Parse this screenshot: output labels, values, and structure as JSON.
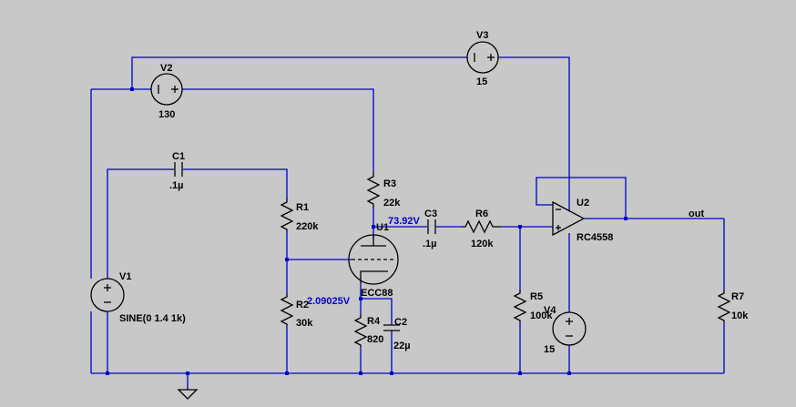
{
  "components": {
    "V1": {
      "name": "V1",
      "value": "SINE(0 1.4 1k)"
    },
    "V2": {
      "name": "V2",
      "value": "130"
    },
    "V3": {
      "name": "V3",
      "value": "15"
    },
    "V4": {
      "name": "V4",
      "value": "15"
    },
    "C1": {
      "name": "C1",
      "value": ".1µ"
    },
    "C2": {
      "name": "C2",
      "value": "22µ"
    },
    "C3": {
      "name": "C3",
      "value": ".1µ"
    },
    "R1": {
      "name": "R1",
      "value": "220k"
    },
    "R2": {
      "name": "R2",
      "value": "30k"
    },
    "R3": {
      "name": "R3",
      "value": "22k"
    },
    "R4": {
      "name": "R4",
      "value": "820"
    },
    "R5": {
      "name": "R5",
      "value": "100k"
    },
    "R6": {
      "name": "R6",
      "value": "120k"
    },
    "R7": {
      "name": "R7",
      "value": "10k"
    },
    "U1": {
      "name": "U1",
      "value": "ECC88"
    },
    "U2": {
      "name": "U2",
      "value": "RC4558"
    }
  },
  "net_labels": {
    "out": "out"
  },
  "probes": {
    "plate_voltage": "73.92V",
    "cathode_voltage": "2.09025V"
  }
}
